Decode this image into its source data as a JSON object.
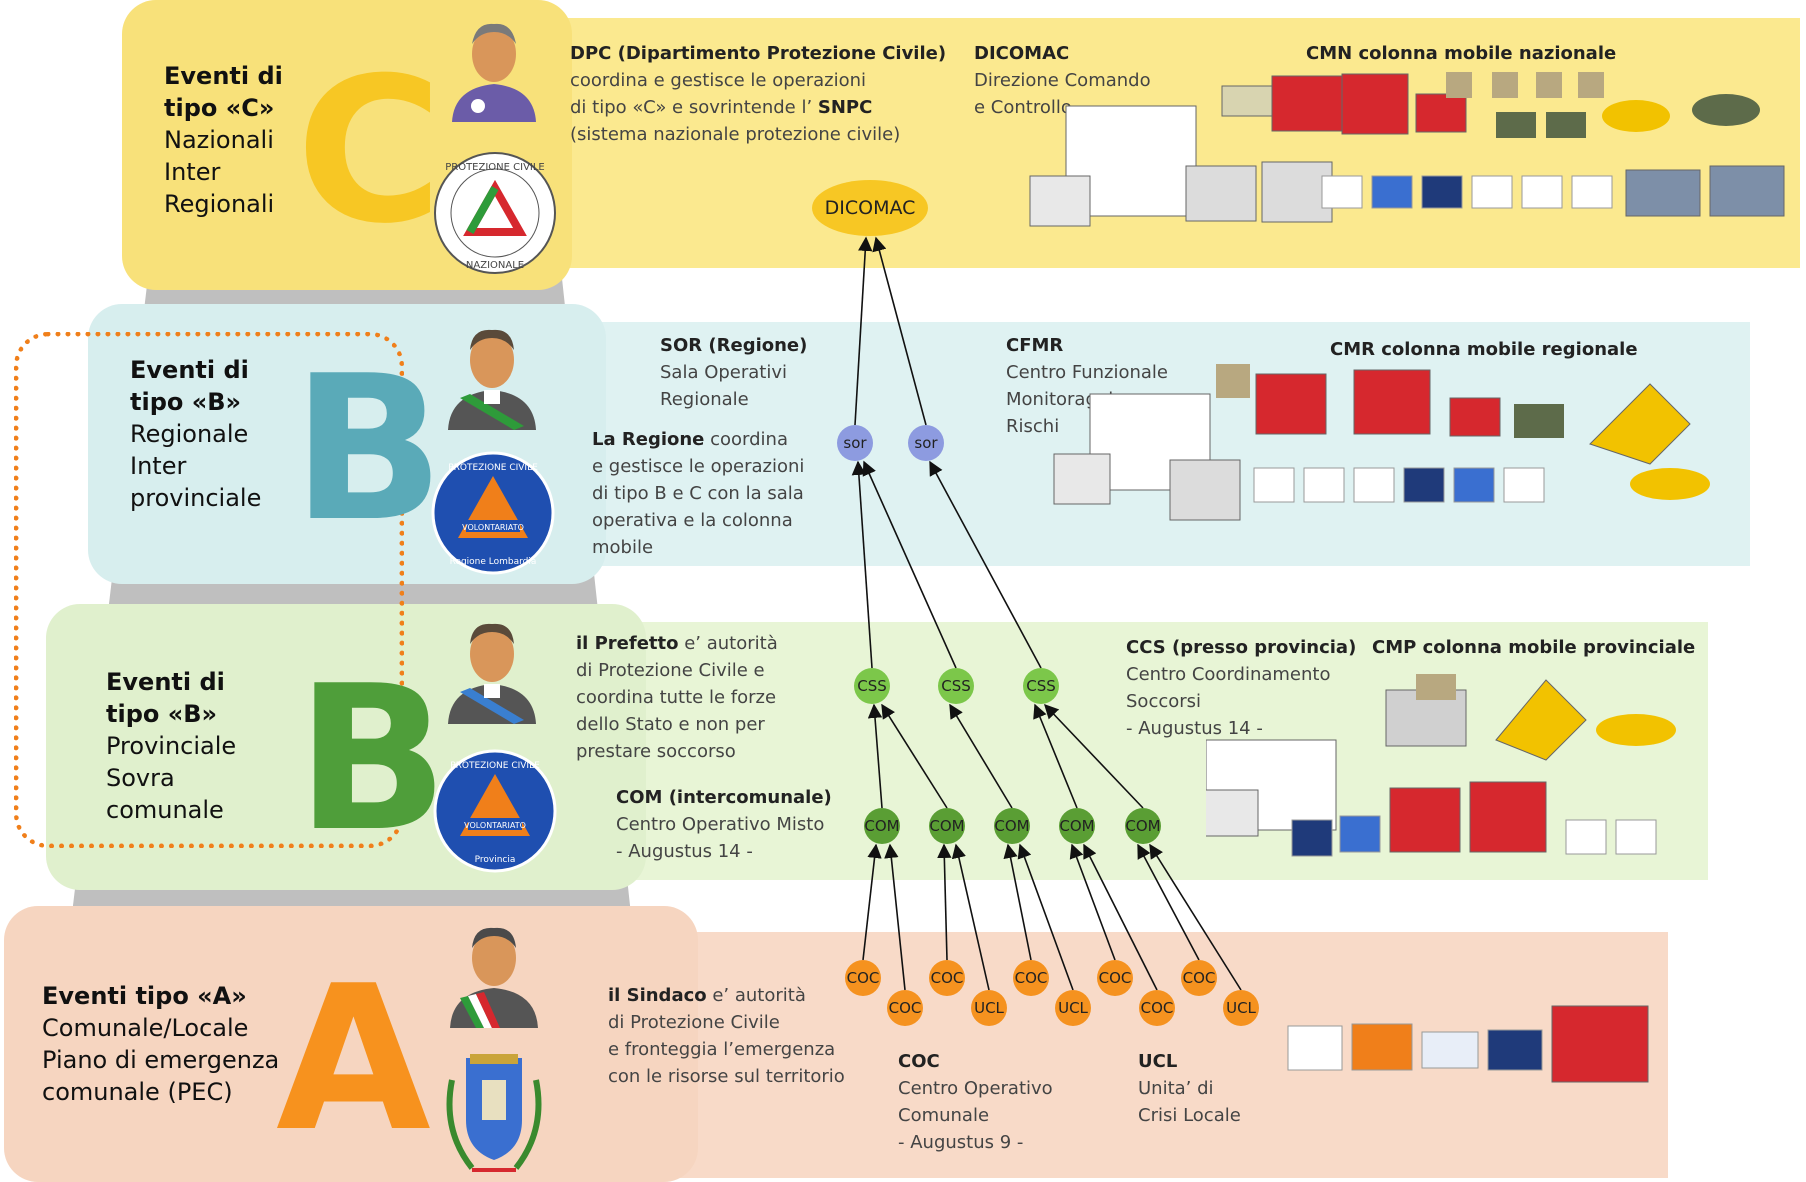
{
  "colors": {
    "C": "#f7c724",
    "C_panel": "#f8e17a",
    "C_band": "#fbe98f",
    "B_reg": "#5aaab8",
    "B_reg_panel": "#d7eeee",
    "B_reg_band": "#dff2f2",
    "B_prov": "#4f9e3a",
    "B_prov_panel": "#e0f0cd",
    "B_prov_band": "#e8f5d6",
    "A": "#f7921e",
    "A_panel": "#f6d5c0",
    "A_band": "#f8dac8",
    "node_sor": "#8d9be0",
    "node_css": "#7cc74a",
    "node_com": "#5a9e34",
    "node_coc": "#f5921f"
  },
  "levels": {
    "C": {
      "letter": "C",
      "title_lines": [
        "Eventi di",
        "tipo «C»",
        "Nazionali",
        "Inter",
        "Regionali"
      ]
    },
    "B_reg": {
      "letter": "B",
      "title_lines": [
        "Eventi di",
        "tipo «B»",
        "Regionale",
        "Inter",
        "provinciale"
      ]
    },
    "B_prov": {
      "letter": "B",
      "title_lines": [
        "Eventi di",
        "tipo «B»",
        "Provinciale",
        "Sovra",
        "comunale"
      ]
    },
    "A": {
      "letter": "A",
      "title_lines": [
        "Eventi tipo «A»",
        "Comunale/Locale",
        "Piano di emergenza",
        "comunale (PEC)"
      ]
    }
  },
  "texts": {
    "dpc": {
      "head": "DPC (Dipartimento Protezione Civile)",
      "line1": "coordina e gestisce le operazioni",
      "line2a": "di tipo «C» e sovrintende l’ ",
      "line2b": "SNPC",
      "line3": "(sistema nazionale protezione civile)"
    },
    "dicomac": {
      "head": "DICOMAC",
      "line1": "Direzione Comando",
      "line2": "e Controllo"
    },
    "cmn": "CMN colonna mobile  nazionale",
    "sor": {
      "head": "SOR (Regione)",
      "line1": "Sala Operativi",
      "line2": "Regionale"
    },
    "regione": {
      "bold": "La Regione",
      "rest": " coordina",
      "line2": "e gestisce le operazioni",
      "line3": "di tipo B e C con la sala",
      "line4": "operativa e la colonna",
      "line5": "mobile"
    },
    "cfmr": {
      "head": "CFMR",
      "line1": "Centro Funzionale",
      "line2": "Monitoraggio",
      "line3": "Rischi"
    },
    "cmr": "CMR colonna mobile  regionale",
    "prefetto": {
      "bold": "il Prefetto",
      "rest": " e’ autorità",
      "line2": "di Protezione Civile e",
      "line3": "coordina tutte le forze",
      "line4": "dello Stato e non per",
      "line5": "prestare soccorso"
    },
    "ccs": {
      "head": "CCS (presso provincia)",
      "line1": "Centro Coordinamento",
      "line2": "Soccorsi",
      "line3": "- Augustus 14 -"
    },
    "cmp": "CMP colonna mobile provinciale",
    "com": {
      "head": "COM (intercomunale)",
      "line1": "Centro Operativo Misto",
      "line2": "- Augustus 14 -"
    },
    "sindaco": {
      "bold": "il Sindaco",
      "rest": " e’ autorità",
      "line2": "di Protezione Civile",
      "line3": "e fronteggia l’emergenza",
      "line4": "con le risorse sul territorio"
    },
    "coc": {
      "head": "COC",
      "line1": "Centro Operativo",
      "line2": "Comunale",
      "line3": "- Augustus 9 -"
    },
    "ucl": {
      "head": "UCL",
      "line1": "Unita’ di",
      "line2": "Crisi Locale"
    }
  },
  "logos": {
    "pc_nazionale": {
      "top": "PROTEZIONE CIVILE",
      "bottom": "NAZIONALE"
    },
    "volontariato_reg": {
      "top": "PROTEZIONE CIVILE",
      "center": "VOLONTARIATO",
      "bottom": "Regione Lombardia"
    },
    "volontariato_prov": {
      "top": "PROTEZIONE CIVILE",
      "center": "VOLONTARIATO",
      "bottom": "Provincia"
    }
  },
  "nodes": {
    "dicomac": "DICOMAC",
    "sor": [
      "sor",
      "sor"
    ],
    "css": [
      "CSS",
      "CSS",
      "CSS"
    ],
    "com": [
      "COM",
      "COM",
      "COM",
      "COM",
      "COM"
    ],
    "a_top": [
      "COC",
      "COC",
      "COC",
      "COC",
      "COC"
    ],
    "a_bottom": [
      "COC",
      "UCL",
      "UCL",
      "COC",
      "UCL"
    ]
  }
}
